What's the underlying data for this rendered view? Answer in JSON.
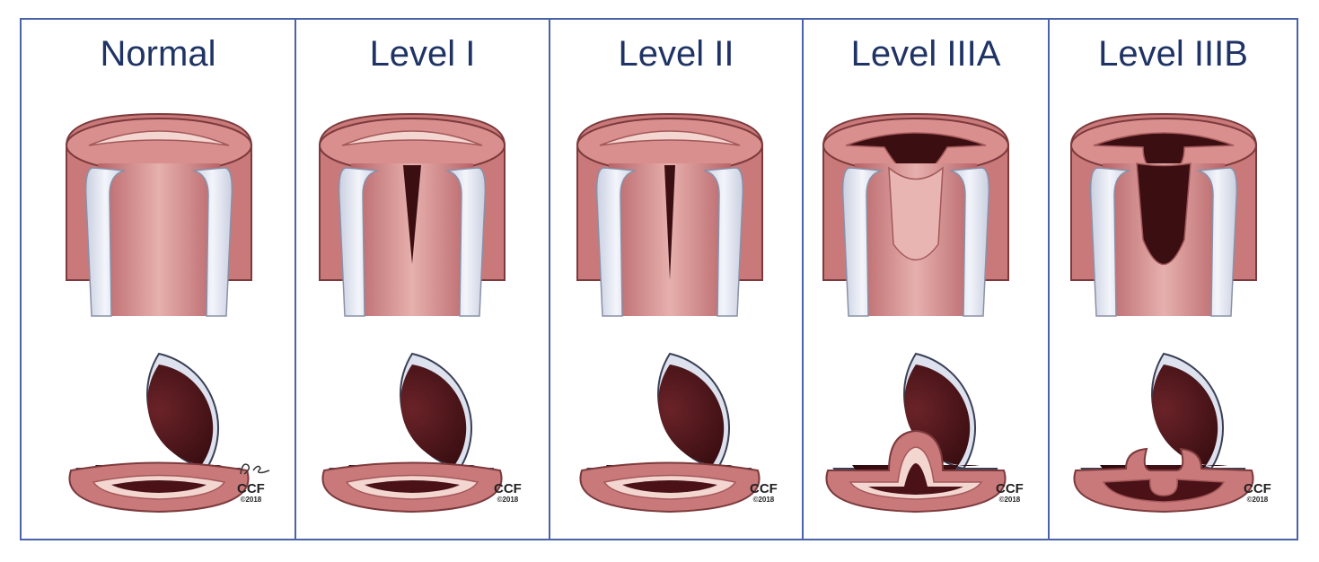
{
  "panels": [
    {
      "title": "Normal",
      "stage": "normal",
      "credit": "CCF",
      "year": "©2018",
      "signature": true
    },
    {
      "title": "Level I",
      "stage": "level1",
      "credit": "CCF",
      "year": "©2018",
      "signature": false
    },
    {
      "title": "Level II",
      "stage": "level2",
      "credit": "CCF",
      "year": "©2018",
      "signature": false
    },
    {
      "title": "Level IIIA",
      "stage": "level3a",
      "credit": "CCF",
      "year": "©2018",
      "signature": false
    },
    {
      "title": "Level IIIB",
      "stage": "level3b",
      "credit": "CCF",
      "year": "©2018",
      "signature": false
    }
  ],
  "colors": {
    "border": "#4a63a8",
    "title": "#1f3364",
    "tissue": "#c9797a",
    "tissue_light": "#f0c9c4",
    "lumen": "#3b0e12",
    "cartilage": "#dde2ee"
  }
}
